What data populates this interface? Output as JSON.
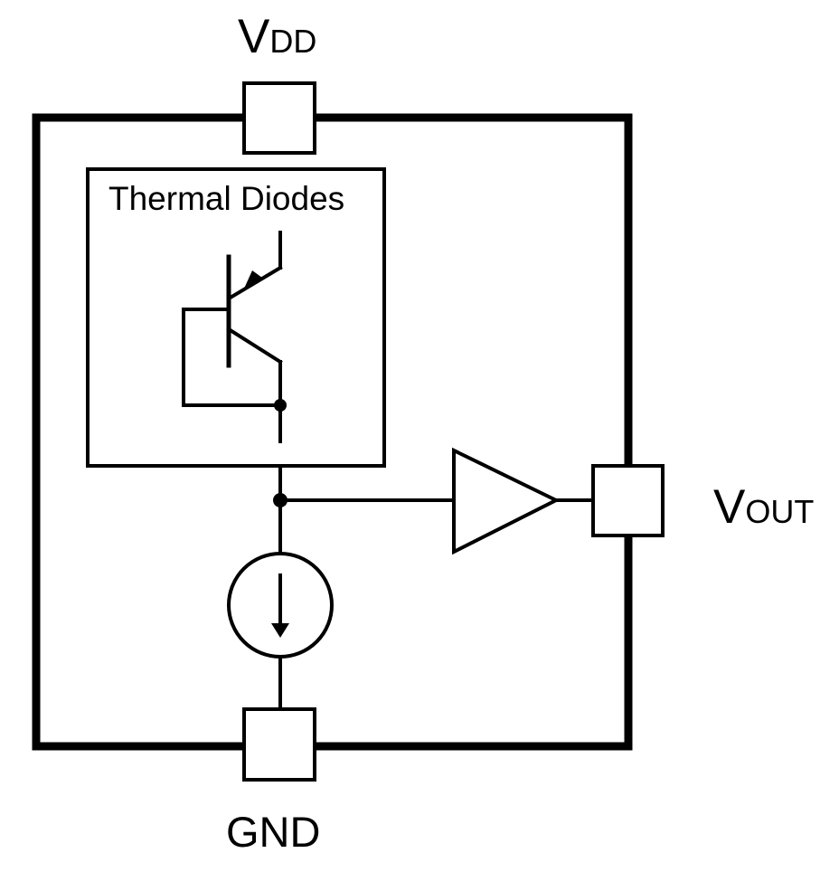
{
  "pins": {
    "vdd": {
      "main": "V",
      "sub": "DD"
    },
    "vout": {
      "main": "V",
      "sub": "OUT"
    },
    "gnd": {
      "main": "GND"
    }
  },
  "blocks": {
    "thermal_diodes": {
      "label": "Thermal Diodes"
    }
  },
  "colors": {
    "line": "#000000",
    "background": "#ffffff"
  }
}
